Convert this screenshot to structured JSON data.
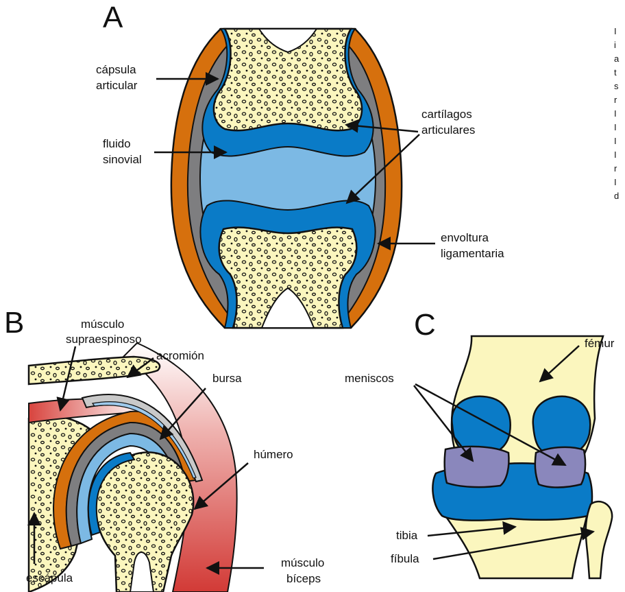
{
  "colors": {
    "bone": "#fbf6be",
    "cartilage": "#0a7bc7",
    "synovial": "#7cb9e4",
    "capsule": "#7e7e80",
    "ligament": "#d6700d",
    "muscle": "#d8443e",
    "meniscus": "#8a87bc",
    "bursa": "#c9c9c9",
    "outline": "#111111"
  },
  "panels": {
    "a": {
      "letter": "A",
      "labels": {
        "capsula": [
          "cápsula",
          "articular"
        ],
        "fluido": [
          "fluido",
          "sinovial"
        ],
        "cartilagos": [
          "cartílagos",
          "articulares"
        ],
        "envoltura": [
          "envoltura",
          "ligamentaria"
        ]
      }
    },
    "b": {
      "letter": "B",
      "labels": {
        "supraespinoso": [
          "músculo",
          "supraespinoso"
        ],
        "acromion": "acromión",
        "bursa": "bursa",
        "humero": "húmero",
        "escapula": "escápula",
        "biceps": [
          "músculo",
          "bíceps"
        ]
      }
    },
    "c": {
      "letter": "C",
      "labels": {
        "femur": "fémur",
        "meniscos": "meniscos",
        "tibia": "tibia",
        "fibula": "fíbula"
      }
    }
  },
  "side_text_initials": [
    "I",
    "i",
    "a",
    "t",
    "s",
    "r",
    "I",
    "I",
    "I",
    "I",
    "r",
    "I",
    "d"
  ]
}
